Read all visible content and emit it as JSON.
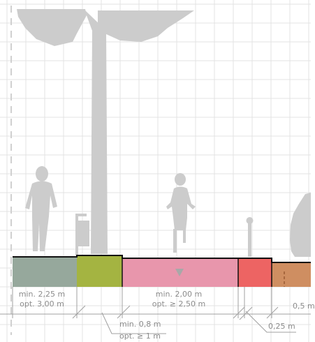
{
  "dimensions": {
    "zone_1_min": "min. 2,25 m",
    "zone_1_opt": "opt. 3,00 m",
    "zone_2_min": "min. 0,8 m",
    "zone_2_opt": "opt. ≥ 1 m",
    "zone_3_min": "min. 2,00 m",
    "zone_3_opt": "opt. ≥ 2,50 m",
    "zone_4": "0,25 m",
    "zone_5": "0,5 m"
  },
  "colors": {
    "background": "#ffffff",
    "grid": "#e3e3e3",
    "silhouette": "#cccccc",
    "curb": "#111111",
    "zone_walkway": "#96a89c",
    "zone_furniture": "#a4b441",
    "zone_bike_lane": "#e896ac",
    "zone_buffer": "#ed6463",
    "zone_parking": "#cf8e61",
    "dimension_line": "#a0a0a0",
    "direction_arrow": "#a8a8a8"
  },
  "icons": [
    "street-lamp-icon",
    "pedestrian-icon",
    "waste-bin-icon",
    "cyclist-icon",
    "bollard-icon",
    "car-icon",
    "direction-arrow-icon"
  ]
}
